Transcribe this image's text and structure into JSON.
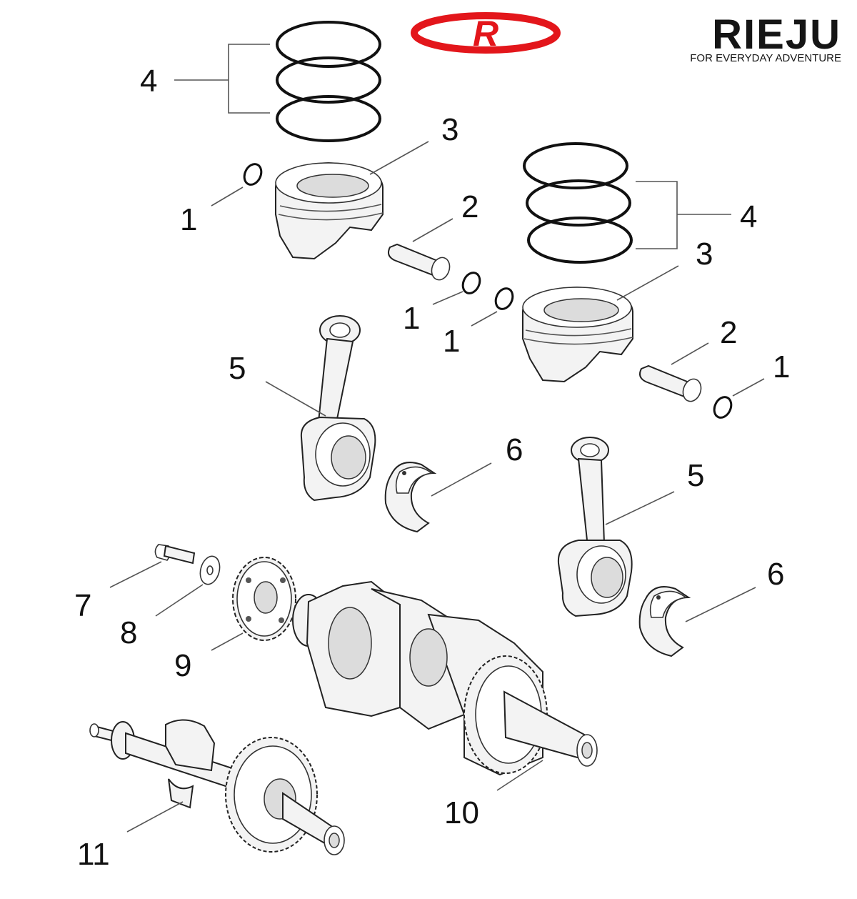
{
  "logo": {
    "wordmark": "RIEJU",
    "tagline": "FOR EVERYDAY ADVENTURE",
    "emblem_letter": "R",
    "brand_color": "#e3161b"
  },
  "callouts": {
    "c1a": "1",
    "c1b": "1",
    "c1c": "1",
    "c1d": "1",
    "c2a": "2",
    "c2b": "2",
    "c3a": "3",
    "c3b": "3",
    "c4a": "4",
    "c4b": "4",
    "c5a": "5",
    "c5b": "5",
    "c6a": "6",
    "c6b": "6",
    "c7": "7",
    "c8": "8",
    "c9": "9",
    "c10": "10",
    "c11": "11"
  }
}
